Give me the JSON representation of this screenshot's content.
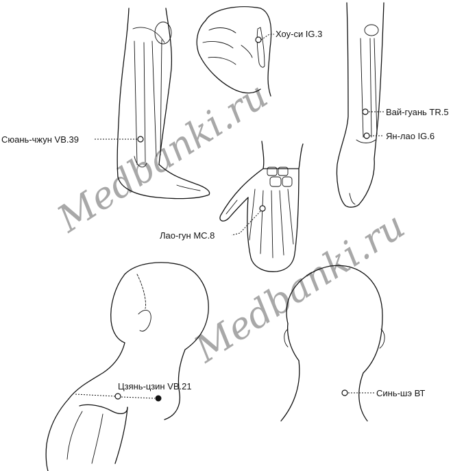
{
  "points": {
    "vb39": "Сюань-чжун VB.39",
    "ig3": "Хоу-си IG.3",
    "tr5": "Вай-гуань TR.5",
    "ig6": "Ян-лао IG.6",
    "mc8": "Лао-гун MC.8",
    "vb21": "Цзянь-цзин VB.21",
    "bt": "Синь-шэ ВТ"
  },
  "watermark": "Medbanki.ru"
}
